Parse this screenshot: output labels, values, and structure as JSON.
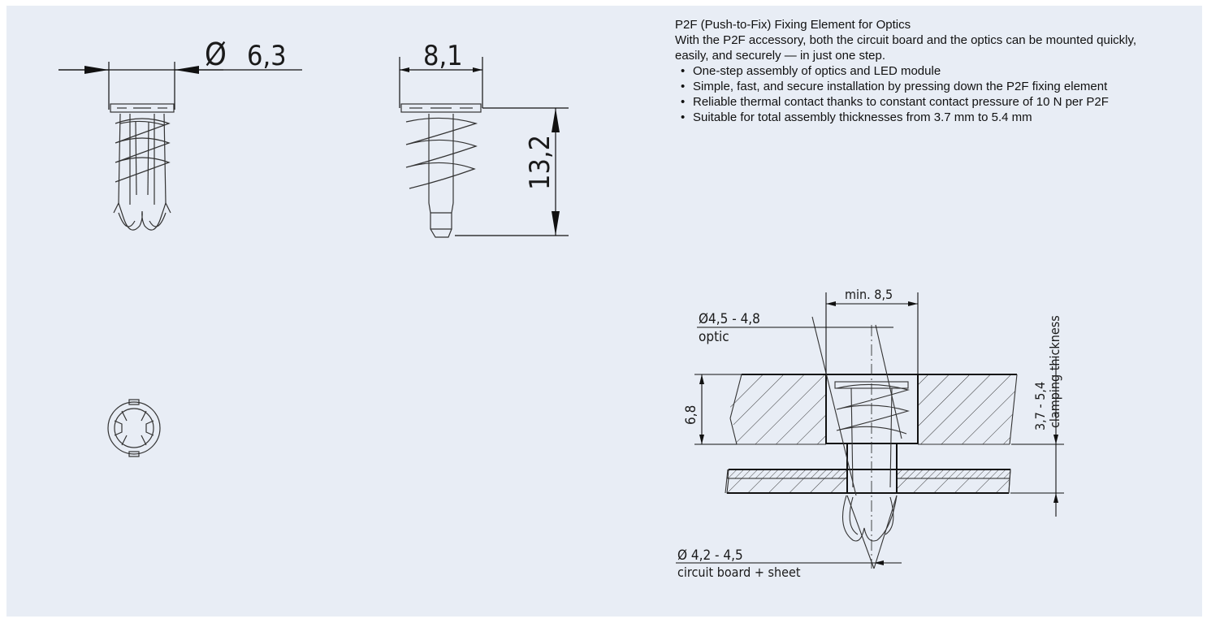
{
  "description": {
    "title": "P2F (Push-to-Fix) Fixing Element for Optics",
    "intro": "With the P2F accessory, both the circuit board and the optics can be mounted quickly, easily, and securely — in just one step.",
    "bullets": [
      "One-step assembly of optics and LED module",
      "Simple, fast, and secure installation by pressing down the P2F fixing element",
      "Reliable thermal contact thanks to constant contact pressure of 10 N per P2F",
      "Suitable for total assembly thicknesses from 3.7 mm to 5.4 mm"
    ]
  },
  "dimensions": {
    "diameter_symbol": "Ø",
    "diameter_value": "6,3",
    "width_value": "8,1",
    "height_value": "13,2",
    "min_width": "min. 8,5",
    "optic_hole_diameter": "Ø4,5 - 4,8",
    "optic_label": "optic",
    "board_hole_diameter": "Ø 4,2 - 4,5",
    "board_label": "circuit board + sheet",
    "pocket_depth": "6,8",
    "clamping_range": "3,7 - 5,4",
    "clamping_label": "clamping thickness"
  }
}
